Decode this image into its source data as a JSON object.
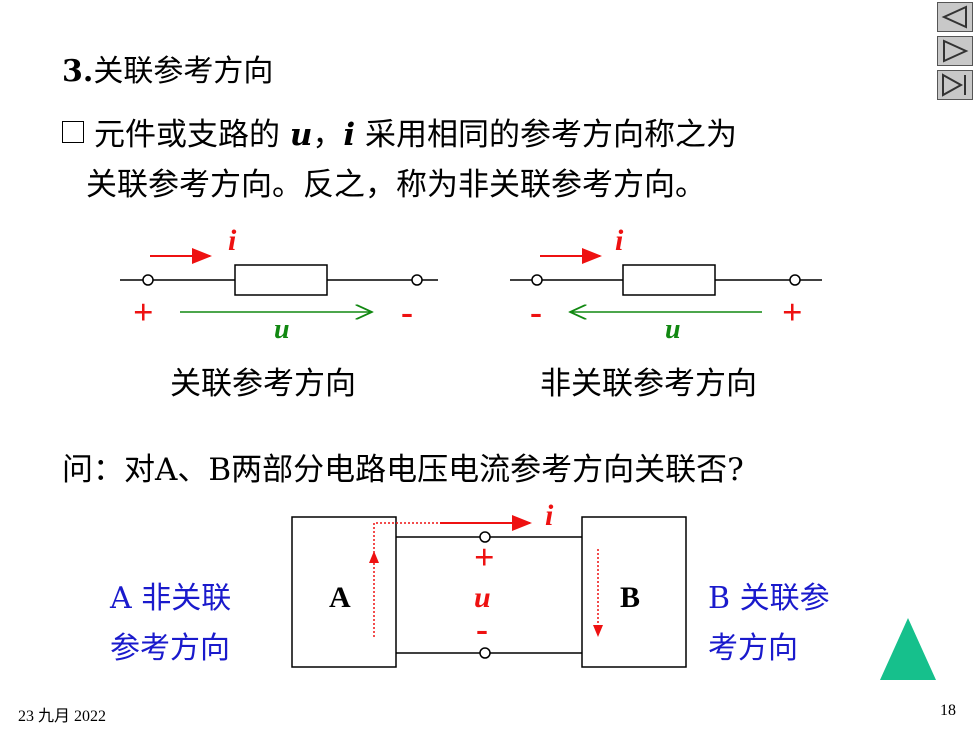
{
  "heading": {
    "num": "3.",
    "text": "关联参考方向"
  },
  "para": {
    "line1_a": "元件或支路的 ",
    "var_u": "u",
    "sep": "，",
    "var_i": "i",
    "line1_b": " 采用相同的参考方向称之为",
    "line2": "关联参考方向。反之，称为非关联参考方向。"
  },
  "diagram1": {
    "current": "i",
    "voltage": "u",
    "plus": "+",
    "minus": "-",
    "caption": "关联参考方向"
  },
  "diagram2": {
    "current": "i",
    "voltage": "u",
    "plus": "+",
    "minus": "-",
    "caption": "非关联参考方向"
  },
  "question": "问：对A、B两部分电路电压电流参考方向关联否?",
  "circuit": {
    "box_a": "A",
    "box_b": "B",
    "current": "i",
    "voltage": "u",
    "plus": "+",
    "minus": "-",
    "note_a_line1": "A 非关联",
    "note_a_line2": "参考方向",
    "note_b_line1": "B 关联参",
    "note_b_line2": "考方向"
  },
  "footer": {
    "date": "23 九月 2022",
    "page": "18"
  },
  "colors": {
    "red": "#ee1111",
    "green": "#118811",
    "blue": "#1a1acc",
    "teal": "#16c08c"
  }
}
